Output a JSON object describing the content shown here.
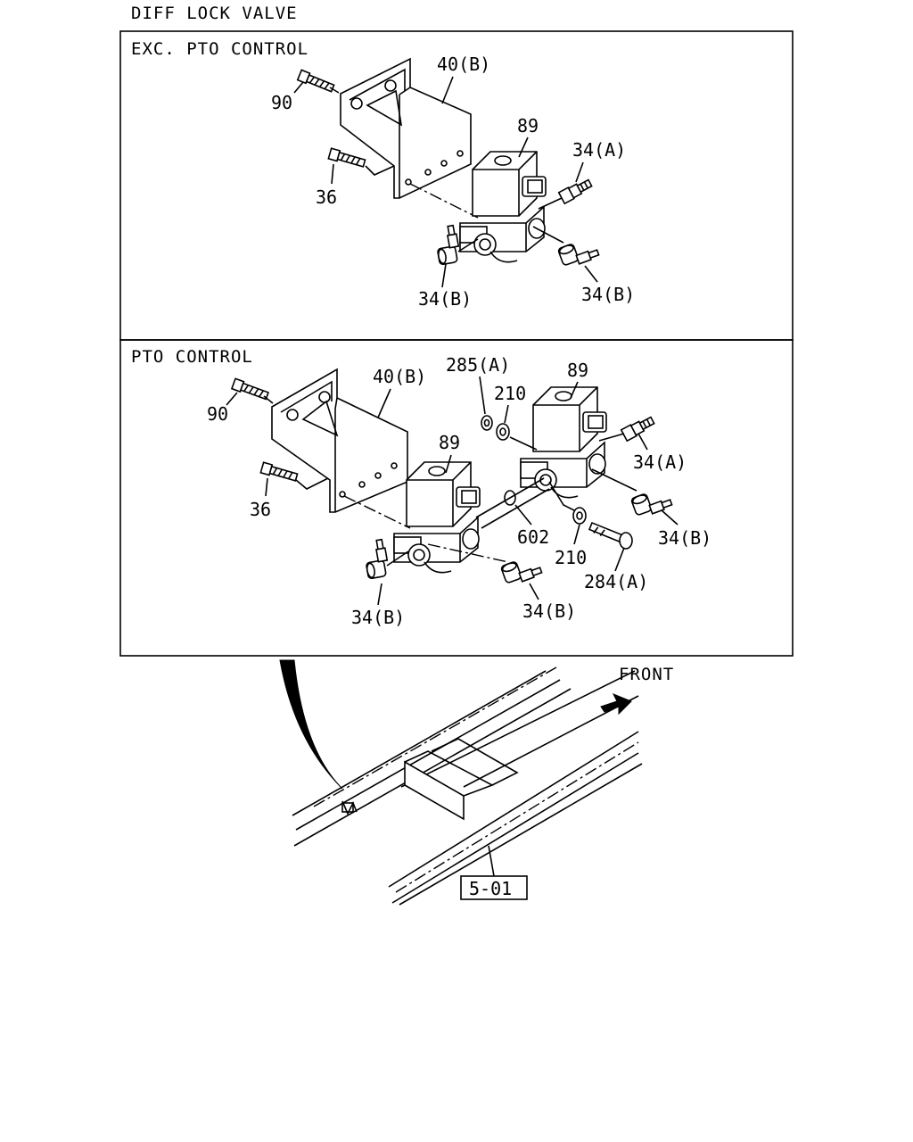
{
  "title": "DIFF LOCK VALVE",
  "panels": [
    {
      "heading": "EXC. PTO CONTROL",
      "labels": {
        "bracket": "40(B)",
        "bolt_top": "90",
        "bolt_side": "36",
        "valve": "89",
        "fitting_a": "34(A)",
        "fitting_b_left": "34(B)",
        "fitting_b_right": "34(B)"
      }
    },
    {
      "heading": "PTO CONTROL",
      "labels": {
        "bracket": "40(B)",
        "bolt_top": "90",
        "bolt_side": "36",
        "valve_left": "89",
        "valve_right": "89",
        "nut": "285(A)",
        "washer_top": "210",
        "washer_bottom": "210",
        "oring": "602",
        "long_bolt": "284(A)",
        "fitting_a": "34(A)",
        "fitting_b_right": "34(B)",
        "fitting_b_left": "34(B)",
        "fitting_b_center": "34(B)"
      }
    }
  ],
  "locator": {
    "front_label": "FRONT",
    "ref_label": "5-01"
  }
}
